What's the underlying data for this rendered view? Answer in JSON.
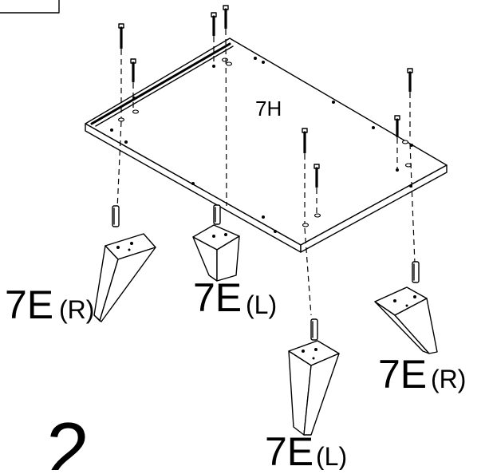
{
  "diagram": {
    "step_number": "2",
    "labels": {
      "top_panel": "7H",
      "leg_front_left": "7E",
      "leg_front_left_side": "(R)",
      "leg_back_left": "7E",
      "leg_back_left_side": "(L)",
      "leg_front_right": "7E",
      "leg_front_right_side": "(L)",
      "leg_back_right": "7E",
      "leg_back_right_side": "(R)"
    },
    "colors": {
      "line": "#000000",
      "background": "#ffffff"
    }
  }
}
